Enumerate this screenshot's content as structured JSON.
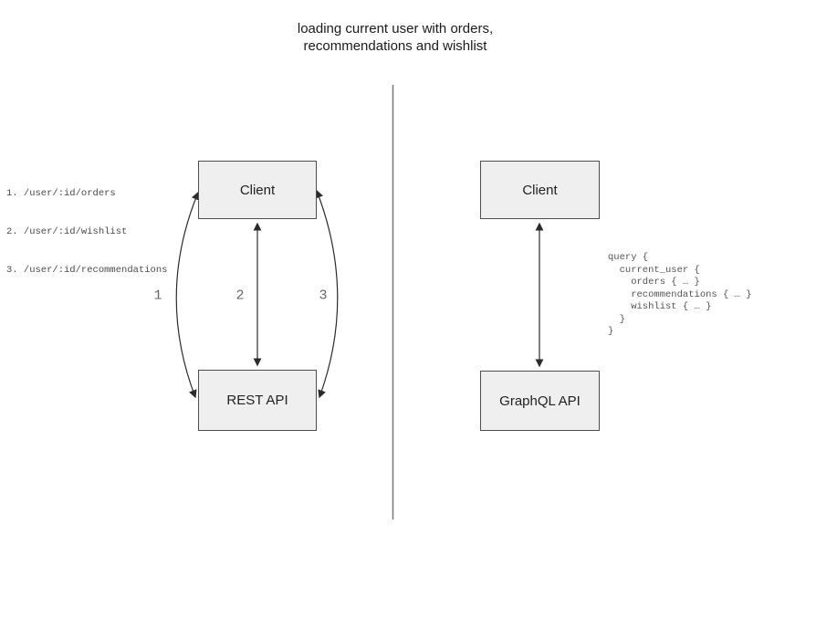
{
  "title": "loading current user with orders,\nrecommendations and wishlist",
  "rest_panel": {
    "client_label": "Client",
    "api_label": "REST API",
    "endpoints": [
      "1. /user/:id/orders",
      "2. /user/:id/wishlist",
      "3. /user/:id/recommendations"
    ],
    "arrow_labels": [
      "1",
      "2",
      "3"
    ]
  },
  "graphql_panel": {
    "client_label": "Client",
    "api_label": "GraphQL API",
    "query": "query {\n  current_user {\n    orders { … }\n    recommendations { … }\n    wishlist { … }\n  }\n}"
  },
  "colors": {
    "box_fill": "#efefef",
    "box_border": "#4d4d4d",
    "arrow": "#2b2b2b",
    "divider": "#777777",
    "code_text": "#555555",
    "arrow_label_text": "#666666"
  }
}
